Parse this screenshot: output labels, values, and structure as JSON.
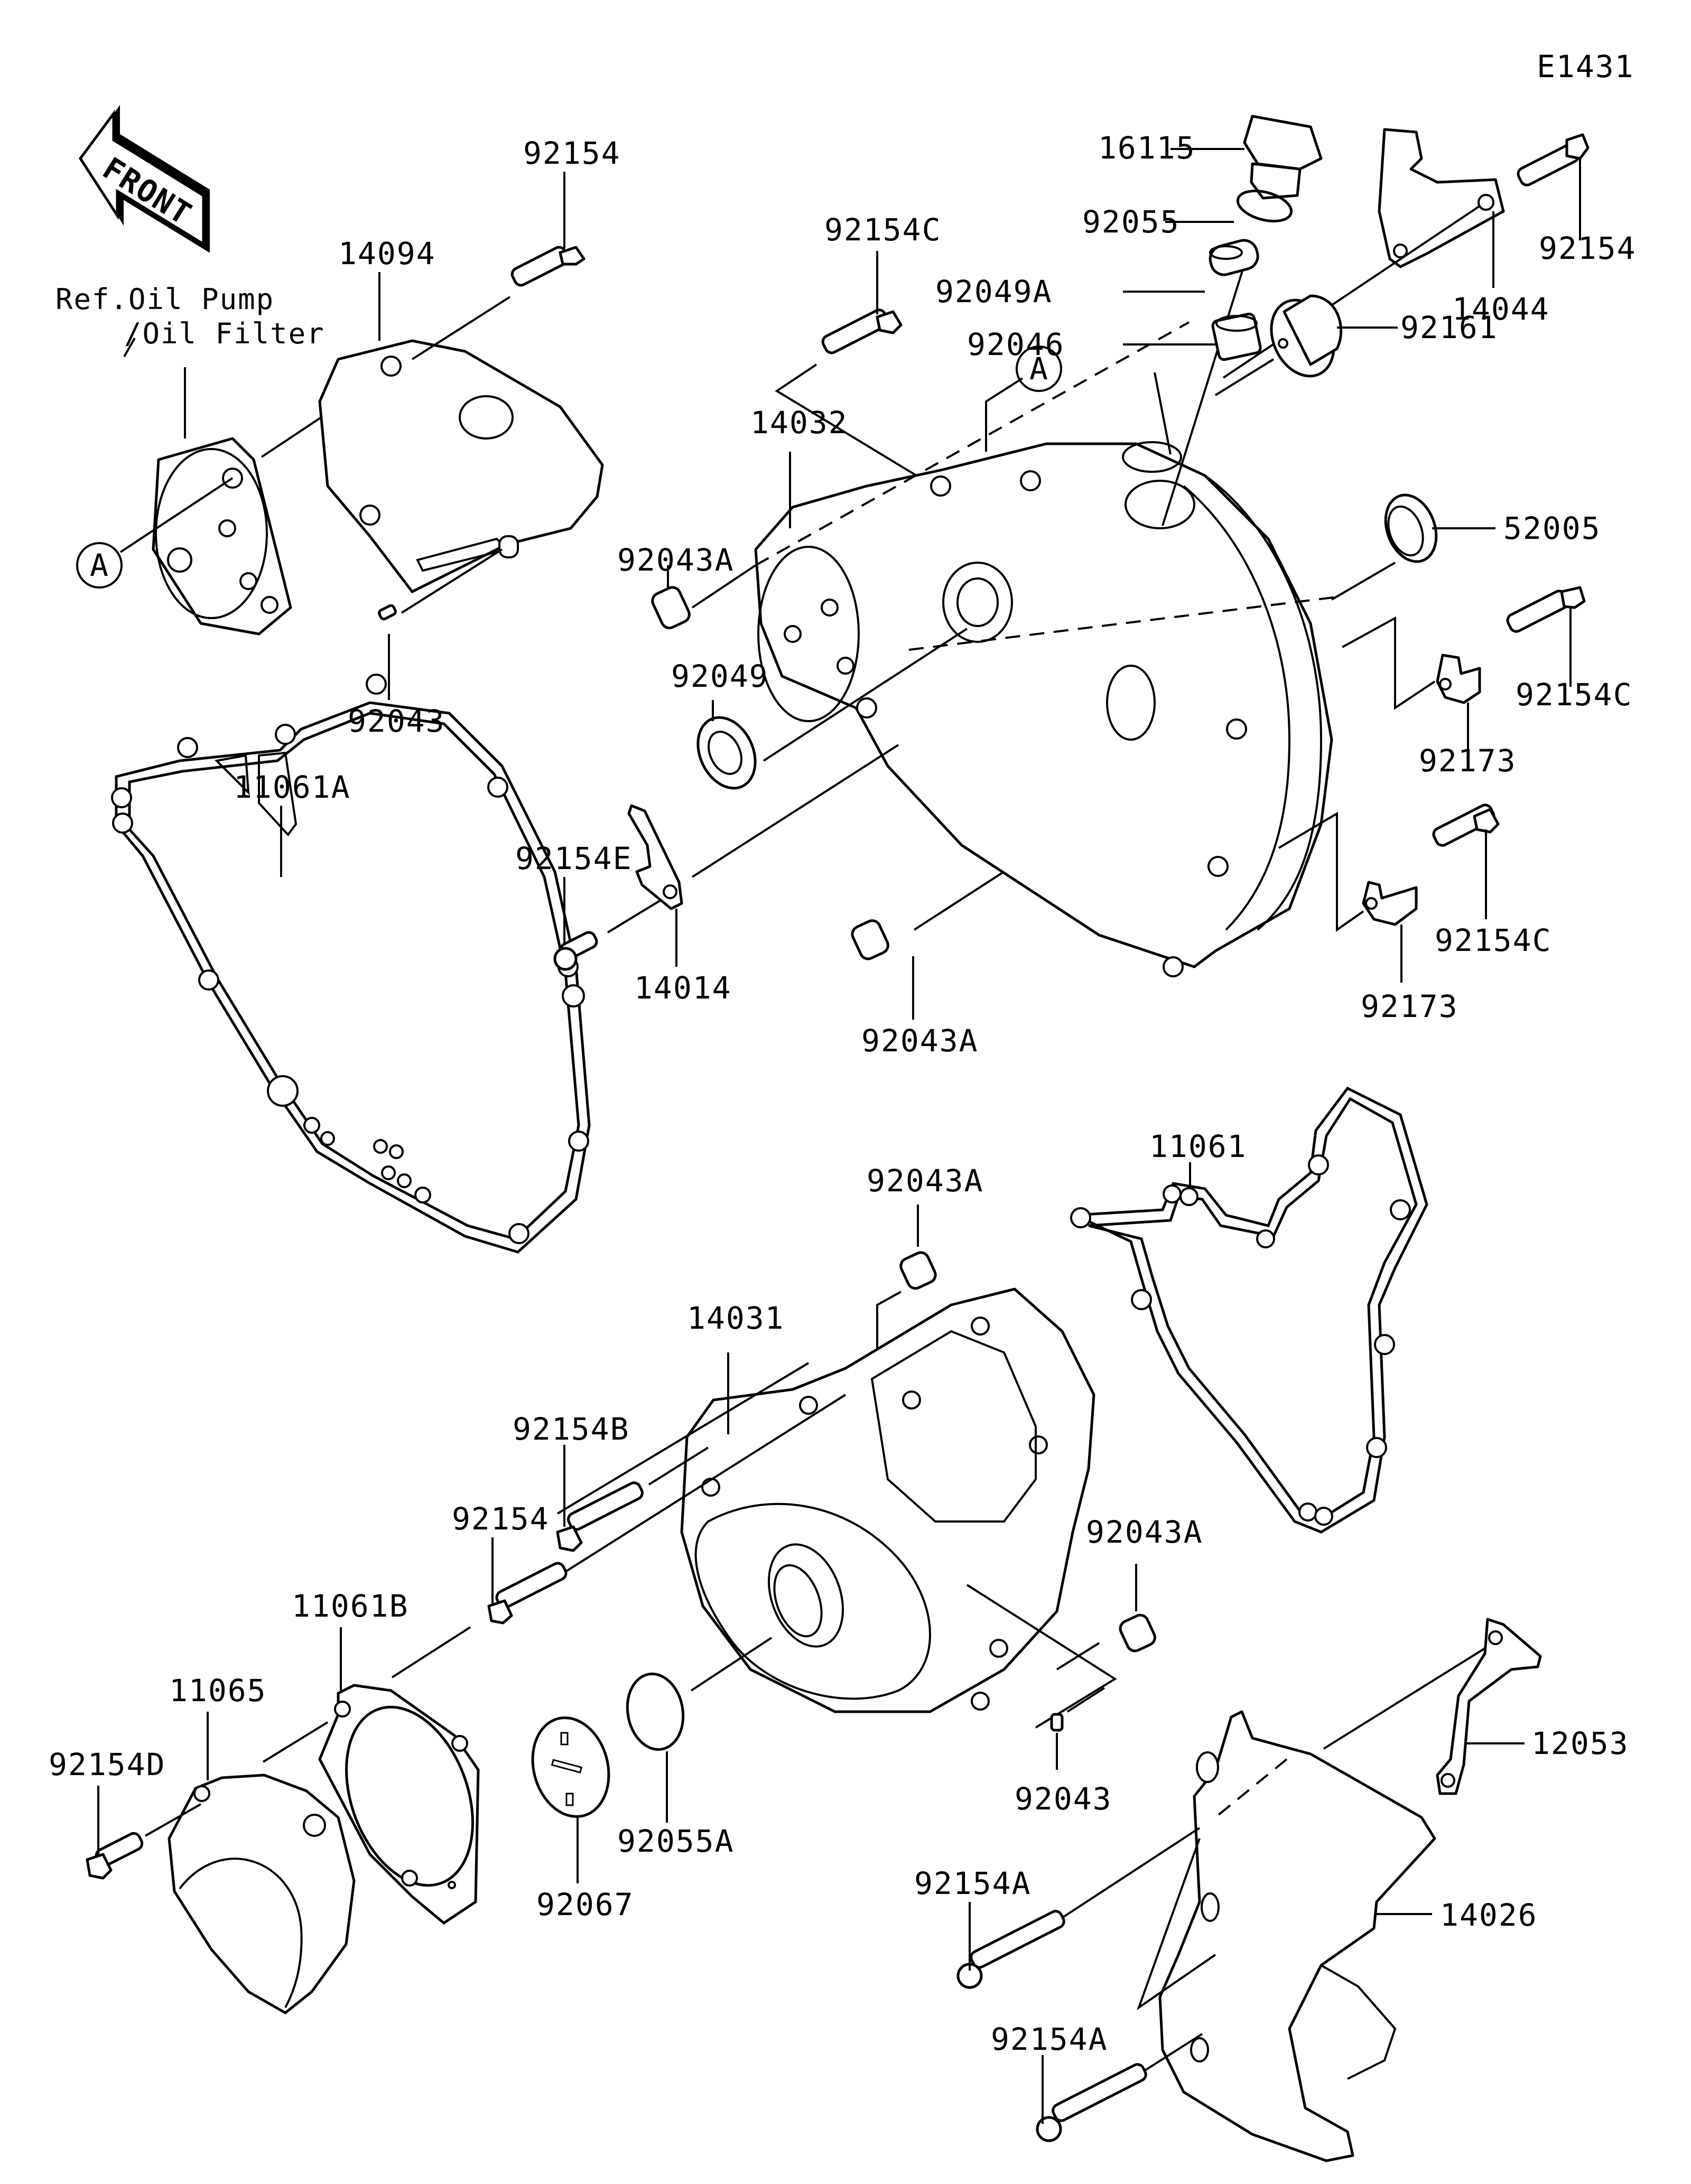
{
  "diagram": {
    "code": "E1431",
    "front_label": "FRONT",
    "reference_note_line1": "Ref.Oil Pump",
    "reference_note_line2": "/Oil Filter",
    "callout_marker": "A",
    "parts": [
      {
        "id": "p-92154-top",
        "number": "92154",
        "description": "bolt (upper-left, oil pump cover)"
      },
      {
        "id": "p-14094",
        "number": "14094",
        "description": "cover"
      },
      {
        "id": "p-92043-top",
        "number": "92043",
        "description": "pin"
      },
      {
        "id": "p-16115",
        "number": "16115",
        "description": "oil filler cap"
      },
      {
        "id": "p-92055",
        "number": "92055",
        "description": "o-ring"
      },
      {
        "id": "p-92049A",
        "number": "92049A",
        "description": "oil seal"
      },
      {
        "id": "p-92046",
        "number": "92046",
        "description": "bearing"
      },
      {
        "id": "p-14044",
        "number": "14044",
        "description": "bracket"
      },
      {
        "id": "p-92154-topright",
        "number": "92154",
        "description": "bolt (upper-right)"
      },
      {
        "id": "p-92154C-top",
        "number": "92154C",
        "description": "bolt"
      },
      {
        "id": "p-14032",
        "number": "14032",
        "description": "clutch cover"
      },
      {
        "id": "p-92161",
        "number": "92161",
        "description": "damper"
      },
      {
        "id": "p-92043A-left",
        "number": "92043A",
        "description": "dowel pin"
      },
      {
        "id": "p-52005",
        "number": "52005",
        "description": "oil level window"
      },
      {
        "id": "p-92049",
        "number": "92049",
        "description": "oil seal"
      },
      {
        "id": "p-92154C-mid",
        "number": "92154C",
        "description": "bolt"
      },
      {
        "id": "p-92173-upper",
        "number": "92173",
        "description": "clamp"
      },
      {
        "id": "p-11061A",
        "number": "11061A",
        "description": "gasket"
      },
      {
        "id": "p-92154E",
        "number": "92154E",
        "description": "bolt"
      },
      {
        "id": "p-14014",
        "number": "14014",
        "description": "plate"
      },
      {
        "id": "p-92043A-center",
        "number": "92043A",
        "description": "dowel pin"
      },
      {
        "id": "p-92154C-lower",
        "number": "92154C",
        "description": "bolt"
      },
      {
        "id": "p-92173-lower",
        "number": "92173",
        "description": "clamp"
      },
      {
        "id": "p-11061",
        "number": "11061",
        "description": "gasket"
      },
      {
        "id": "p-92043A-mid",
        "number": "92043A",
        "description": "dowel pin"
      },
      {
        "id": "p-14031",
        "number": "14031",
        "description": "generator cover"
      },
      {
        "id": "p-92154B",
        "number": "92154B",
        "description": "bolt"
      },
      {
        "id": "p-92154-mid",
        "number": "92154",
        "description": "bolt"
      },
      {
        "id": "p-92043A-right",
        "number": "92043A",
        "description": "dowel pin"
      },
      {
        "id": "p-11061B",
        "number": "11061B",
        "description": "gasket"
      },
      {
        "id": "p-11065",
        "number": "11065",
        "description": "cover"
      },
      {
        "id": "p-92154D",
        "number": "92154D",
        "description": "bolt"
      },
      {
        "id": "p-92067",
        "number": "92067",
        "description": "cap"
      },
      {
        "id": "p-92055A",
        "number": "92055A",
        "description": "o-ring"
      },
      {
        "id": "p-92043-bottom",
        "number": "92043",
        "description": "pin"
      },
      {
        "id": "p-12053",
        "number": "12053",
        "description": "guide"
      },
      {
        "id": "p-14026",
        "number": "14026",
        "description": "sprocket cover"
      },
      {
        "id": "p-92154A-upper",
        "number": "92154A",
        "description": "bolt"
      },
      {
        "id": "p-92154A-lower",
        "number": "92154A",
        "description": "bolt"
      }
    ]
  }
}
